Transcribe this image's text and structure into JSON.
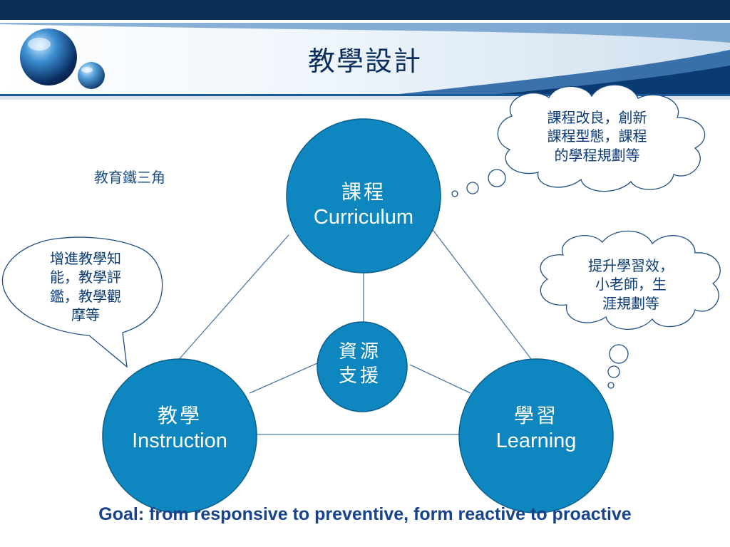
{
  "title": "教學設計",
  "label_triangle": "教育鐵三角",
  "nodes": {
    "curriculum": {
      "zh": "課程",
      "en": "Curriculum"
    },
    "instruction": {
      "zh": "教學",
      "en": "Instruction"
    },
    "learning": {
      "zh": "學習",
      "en": "Learning"
    },
    "resource": {
      "line1": "資源",
      "line2": "支援"
    }
  },
  "callouts": {
    "curriculum": [
      "課程改良，創新",
      "課程型態，課程",
      "的學程規劃等"
    ],
    "instruction": [
      "增進教學知",
      "能，教學評",
      "鑑，教學觀",
      "摩等"
    ],
    "learning": [
      "提升學習效，",
      "小老師，生",
      "涯規劃等"
    ]
  },
  "goal": "Goal: from responsive to preventive, form reactive to proactive",
  "colors": {
    "node_fill": "#0e86bf",
    "node_stroke": "#0a5f8c",
    "header_dark": "#0a2e55",
    "header_light": "#e9f2fa",
    "line": "#4d79a8"
  }
}
